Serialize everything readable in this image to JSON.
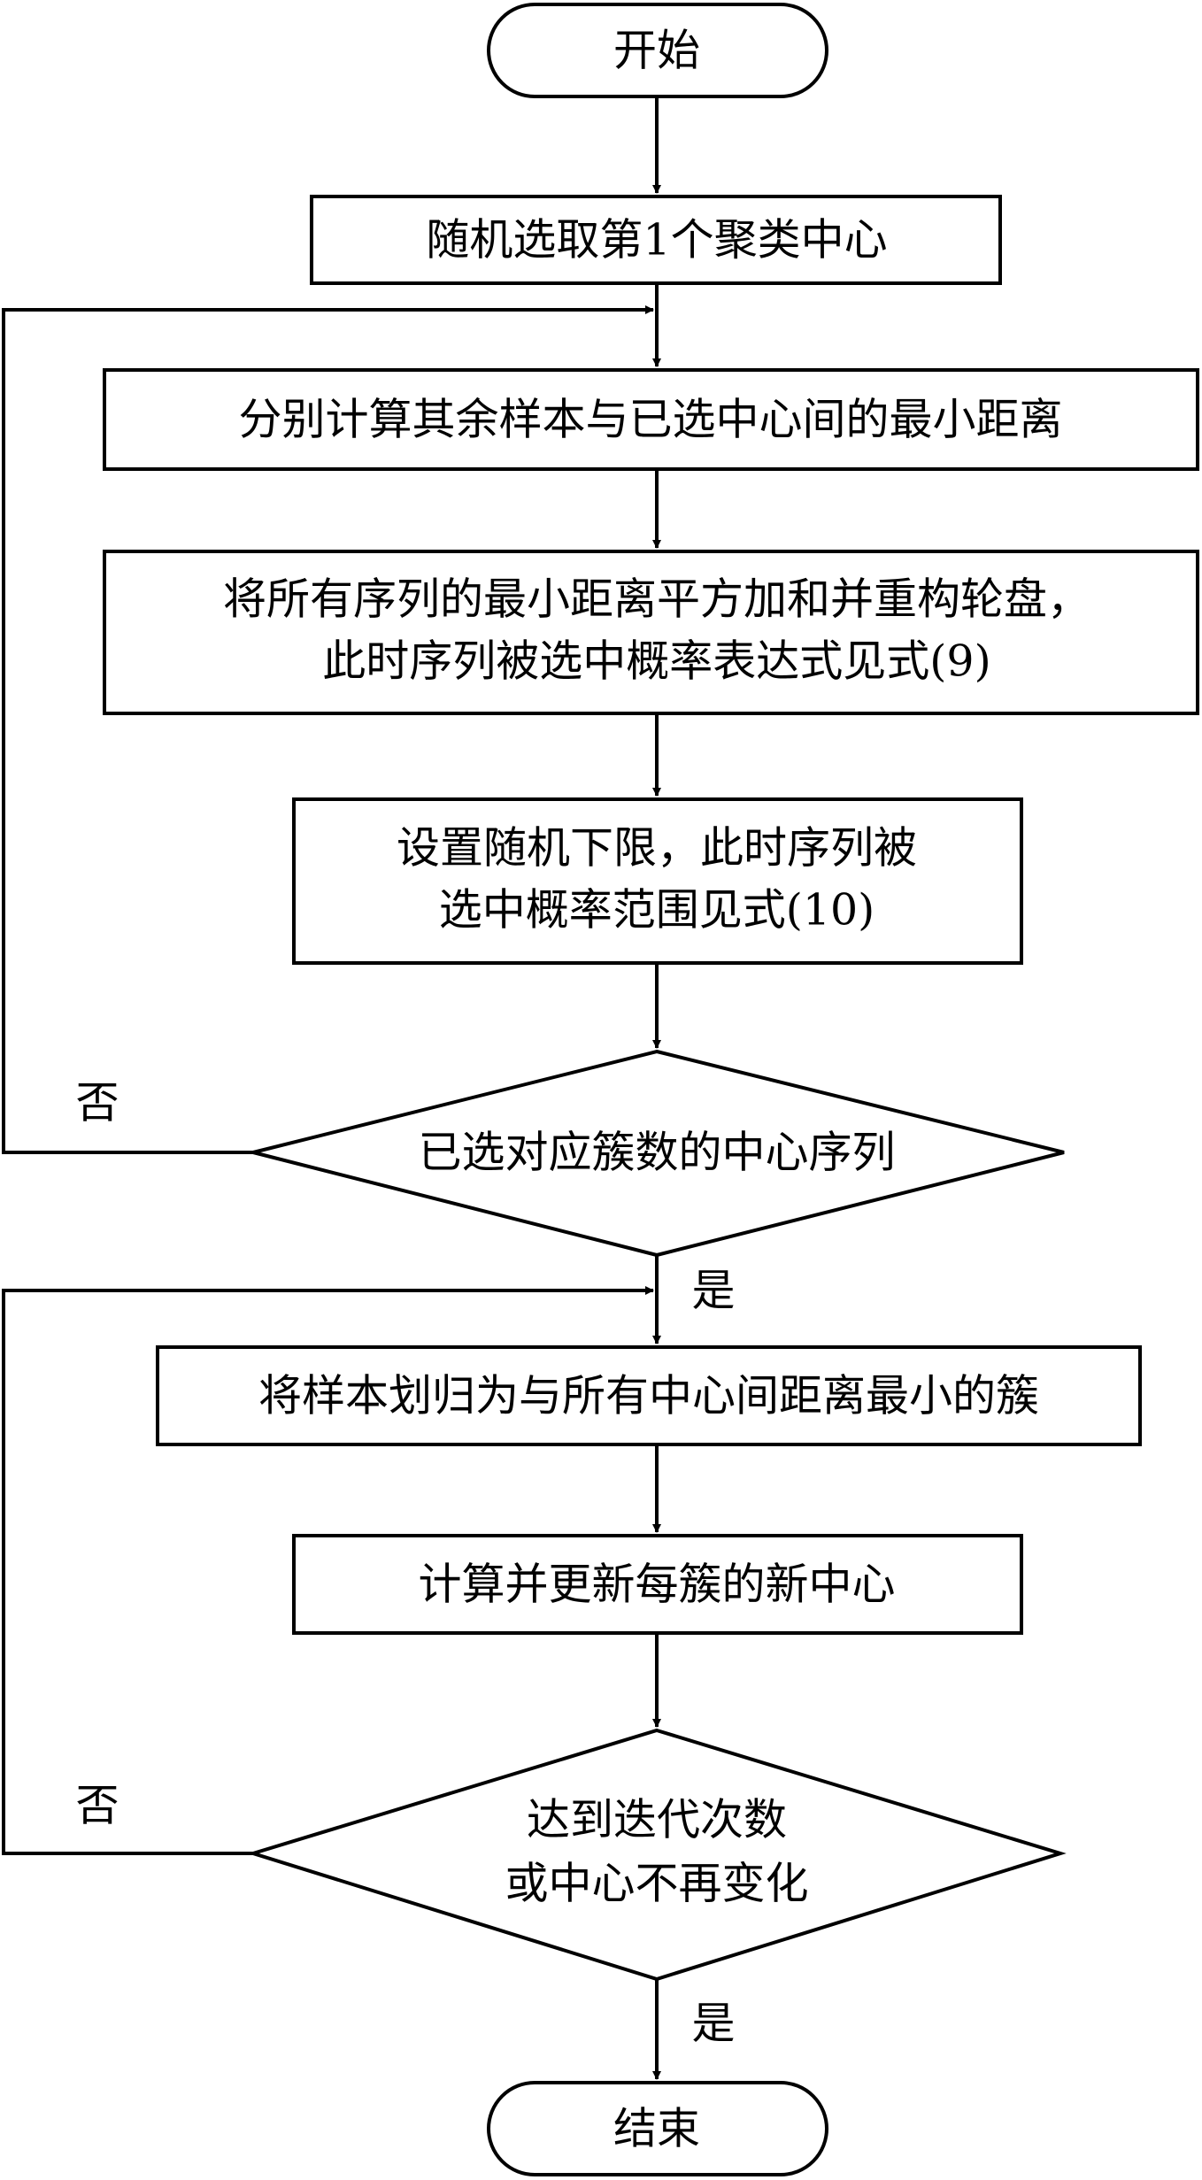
{
  "nodes": {
    "start": "开始",
    "select_first": "随机选取第1个聚类中心",
    "compute_min_dist": "分别计算其余样本与已选中心间的最小距离",
    "sum_wheel_line1": "将所有序列的最小距离平方加和并重构轮盘，",
    "sum_wheel_line2": "此时序列被选中概率表达式见式(9)",
    "lower_limit_line1": "设置随机下限，此时序列被",
    "lower_limit_line2": "选中概率范围见式(10)",
    "decision_centers": "已选对应簇数的中心序列",
    "assign_cluster": "将样本划归为与所有中心间距离最小的簇",
    "update_centers": "计算并更新每簇的新中心",
    "decision_stop_line1": "达到迭代次数",
    "decision_stop_line2": "或中心不再变化",
    "end": "结束"
  },
  "branches": {
    "no_1": "否",
    "yes_1": "是",
    "no_2": "否",
    "yes_2": "是"
  }
}
